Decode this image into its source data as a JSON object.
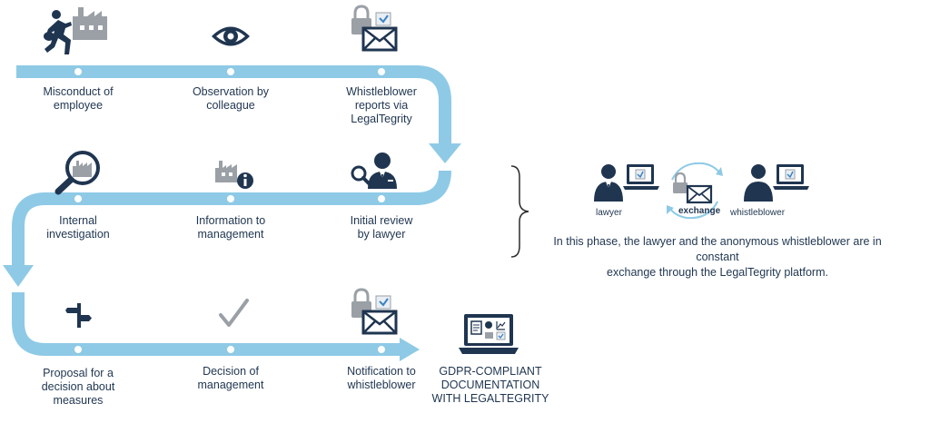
{
  "colors": {
    "flow_line": "#8ecae6",
    "node_fill": "#ffffff",
    "icon_dark": "#1f3550",
    "icon_grey": "#9aa0a6"
  },
  "row1": {
    "step1": {
      "label": "Misconduct of\nemployee",
      "icon": "running-thief-factory-icon"
    },
    "step2": {
      "label": "Observation by\ncolleague",
      "icon": "eye-icon"
    },
    "step3": {
      "label": "Whistleblower\nreports via\nLegalTegrity",
      "icon": "lock-envelope-icon"
    }
  },
  "row2": {
    "step1": {
      "label": "Internal\ninvestigation",
      "icon": "magnifier-factory-icon"
    },
    "step2": {
      "label": "Information to\nmanagement",
      "icon": "factory-info-icon"
    },
    "step3": {
      "label": "Initial review\nby lawyer",
      "icon": "lawyer-magnifier-icon"
    }
  },
  "row3": {
    "step1": {
      "label": "Proposal for a\ndecision about\nmeasures",
      "icon": "signpost-icon"
    },
    "step2": {
      "label": "Decision of\nmanagement",
      "icon": "checkmark-icon"
    },
    "step3": {
      "label": "Notification to\nwhistleblower",
      "icon": "lock-envelope-icon"
    }
  },
  "final": {
    "label": "GDPR-COMPLIANT\nDOCUMENTATION\nWITH LEGALTEGRITY",
    "icon": "laptop-documents-icon"
  },
  "exchange": {
    "lawyer_label": "lawyer",
    "exchange_label": "exchange",
    "whistleblower_label": "whistleblower",
    "caption": "In this phase, the lawyer and the anonymous whistleblower are in constant\nexchange through the LegalTegrity platform."
  }
}
